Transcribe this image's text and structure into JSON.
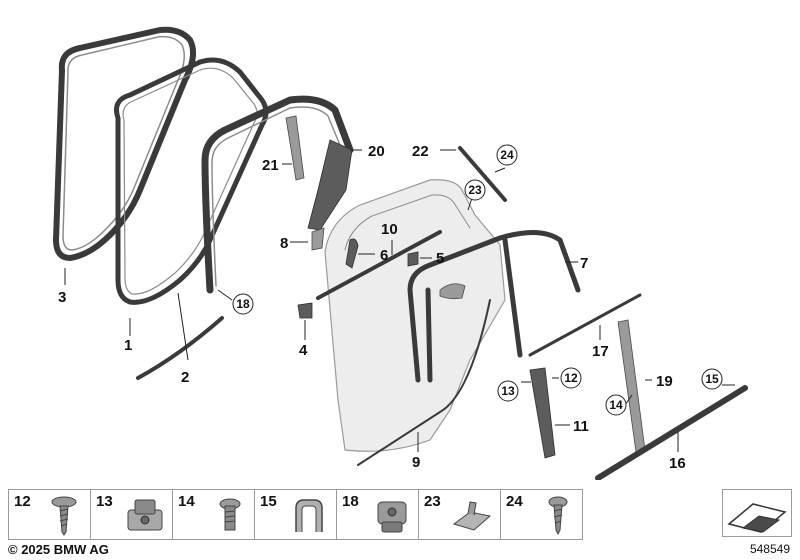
{
  "callouts": {
    "c1": "1",
    "c2": "2",
    "c3": "3",
    "c4": "4",
    "c5": "5",
    "c6": "6",
    "c7": "7",
    "c8": "8",
    "c9": "9",
    "c10": "10",
    "c11": "11",
    "c12": "12",
    "c13": "13",
    "c14": "14",
    "c15": "15",
    "c16": "16",
    "c17": "17",
    "c18": "18",
    "c19": "19",
    "c20": "20",
    "c21": "21",
    "c22": "22",
    "c23": "23",
    "c24": "24"
  },
  "legend": [
    {
      "number": "12",
      "part": "screw-icon"
    },
    {
      "number": "13",
      "part": "clip-nut-icon"
    },
    {
      "number": "14",
      "part": "bolt-icon"
    },
    {
      "number": "15",
      "part": "edge-clip-icon"
    },
    {
      "number": "18",
      "part": "expanding-nut-icon"
    },
    {
      "number": "23",
      "part": "bracket-clip-icon"
    },
    {
      "number": "24",
      "part": "torx-screw-icon"
    }
  ],
  "footer": {
    "copyright": "© 2025 BMW AG",
    "diagram_number": "548549"
  },
  "colors": {
    "seal": "#3a3a3a",
    "door_shell": "#ededed",
    "text": "#111111"
  }
}
